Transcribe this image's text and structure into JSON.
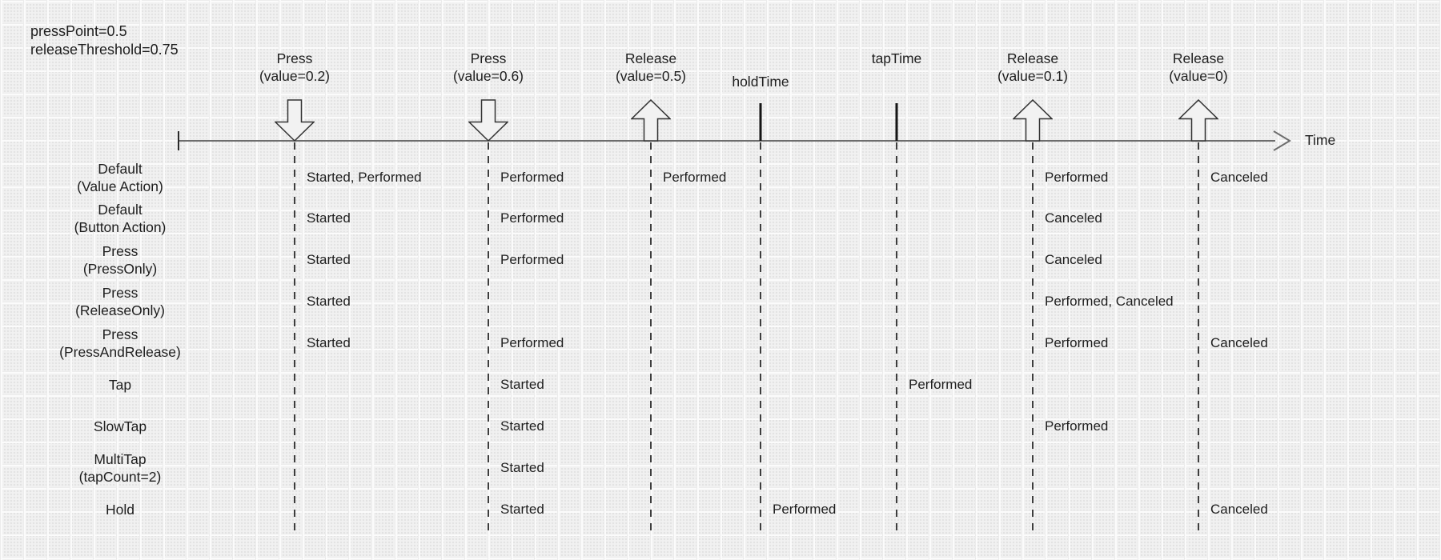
{
  "params": {
    "press_point": "pressPoint=0.5",
    "release_threshold": "releaseThreshold=0.75"
  },
  "axis": {
    "time_label": "Time"
  },
  "columns": [
    {
      "id": "press1",
      "marker": "arrow-down",
      "label_lines": [
        "Press",
        "(value=0.2)"
      ]
    },
    {
      "id": "press2",
      "marker": "arrow-down",
      "label_lines": [
        "Press",
        "(value=0.6)"
      ]
    },
    {
      "id": "release1",
      "marker": "arrow-up",
      "label_lines": [
        "Release",
        "(value=0.5)"
      ]
    },
    {
      "id": "holdTime",
      "marker": "tick",
      "label_lines": [
        "holdTime"
      ]
    },
    {
      "id": "tapTime",
      "marker": "tick",
      "label_lines": [
        "tapTime"
      ]
    },
    {
      "id": "release2",
      "marker": "arrow-up",
      "label_lines": [
        "Release",
        "(value=0.1)"
      ]
    },
    {
      "id": "release3",
      "marker": "arrow-up",
      "label_lines": [
        "Release",
        "(value=0)"
      ]
    }
  ],
  "rows": [
    {
      "label_lines": [
        "Default",
        "(Value Action)"
      ],
      "events": {
        "press1": "Started, Performed",
        "press2": "Performed",
        "release1": "Performed",
        "release2": "Performed",
        "release3": "Canceled"
      }
    },
    {
      "label_lines": [
        "Default",
        "(Button Action)"
      ],
      "events": {
        "press1": "Started",
        "press2": "Performed",
        "release2": "Canceled"
      }
    },
    {
      "label_lines": [
        "Press",
        "(PressOnly)"
      ],
      "events": {
        "press1": "Started",
        "press2": "Performed",
        "release2": "Canceled"
      }
    },
    {
      "label_lines": [
        "Press",
        "(ReleaseOnly)"
      ],
      "events": {
        "press1": "Started",
        "release2": "Performed, Canceled"
      }
    },
    {
      "label_lines": [
        "Press",
        "(PressAndRelease)"
      ],
      "events": {
        "press1": "Started",
        "press2": "Performed",
        "release2": "Performed",
        "release3": "Canceled"
      }
    },
    {
      "label_lines": [
        "Tap"
      ],
      "events": {
        "press2": "Started",
        "tapTime": "Performed"
      }
    },
    {
      "label_lines": [
        "SlowTap"
      ],
      "events": {
        "press2": "Started",
        "release2": "Performed"
      }
    },
    {
      "label_lines": [
        "MultiTap",
        "(tapCount=2)"
      ],
      "events": {
        "press2": "Started"
      }
    },
    {
      "label_lines": [
        "Hold"
      ],
      "events": {
        "press2": "Started",
        "holdTime": "Performed",
        "release3": "Canceled"
      }
    }
  ],
  "colors": {
    "background": "#f1f1f1",
    "axis": "#6d6d6d",
    "text": "#1e1e1e",
    "marker_outline": "#333333",
    "marker_fill": "#f2f2f2"
  }
}
